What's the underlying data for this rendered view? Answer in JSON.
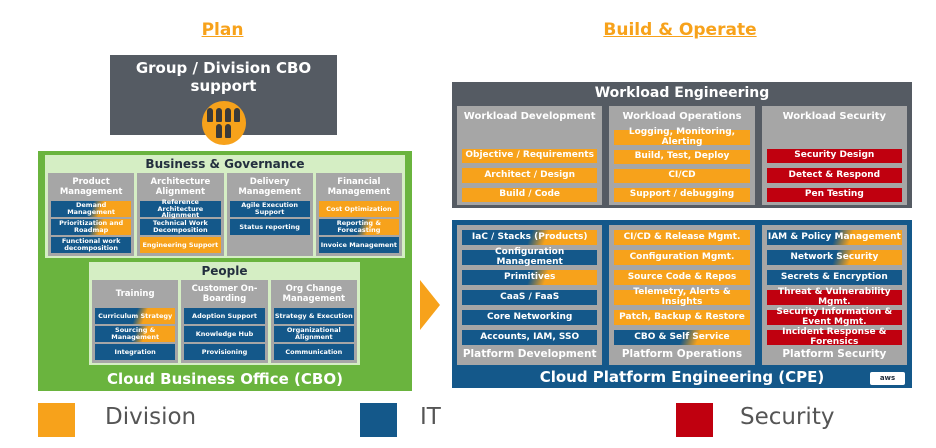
{
  "phases": {
    "plan": "Plan",
    "build": "Build & Operate"
  },
  "group_support": {
    "title": "Group / Division CBO support",
    "icon": "people-group-icon"
  },
  "colors": {
    "division": "#f7a21b",
    "it": "#14588a",
    "security": "#c0000f",
    "cbo_green": "#6ab43e",
    "gray": "#a6a6a6",
    "dark": "#555b63"
  },
  "cbo": {
    "title": "Cloud Business Office (CBO)",
    "business_governance": {
      "title": "Business & Governance",
      "columns": [
        {
          "title": "Product Management",
          "items": [
            {
              "label": "Demand Management",
              "color": "mix"
            },
            {
              "label": "Prioritization and Roadmap",
              "color": "mix"
            },
            {
              "label": "Functional work decomposition",
              "color": "blue"
            }
          ]
        },
        {
          "title": "Architecture Alignment",
          "items": [
            {
              "label": "Reference Architecture Alignment",
              "color": "blue"
            },
            {
              "label": "Technical Work Decomposition",
              "color": "blue"
            },
            {
              "label": "Engineering Support",
              "color": "orange"
            }
          ]
        },
        {
          "title": "Delivery Management",
          "items": [
            {
              "label": "Agile Execution Support",
              "color": "blue"
            },
            {
              "label": "Status reporting",
              "color": "blue"
            }
          ]
        },
        {
          "title": "Financial Management",
          "items": [
            {
              "label": "Cost Optimization",
              "color": "orange"
            },
            {
              "label": "Reporting & Forecasting",
              "color": "mix"
            },
            {
              "label": "Invoice Management",
              "color": "blue"
            }
          ]
        }
      ]
    },
    "people": {
      "title": "People",
      "columns": [
        {
          "title": "Training",
          "items": [
            {
              "label": "Curriculum Strategy",
              "color": "mix"
            },
            {
              "label": "Sourcing & Management",
              "color": "mix"
            },
            {
              "label": "Integration",
              "color": "blue"
            }
          ]
        },
        {
          "title": "Customer On-Boarding",
          "items": [
            {
              "label": "Adoption Support",
              "color": "blue"
            },
            {
              "label": "Knowledge Hub",
              "color": "blue"
            },
            {
              "label": "Provisioning",
              "color": "blue"
            }
          ]
        },
        {
          "title": "Org Change Management",
          "items": [
            {
              "label": "Strategy & Execution",
              "color": "blue"
            },
            {
              "label": "Organizational Alignment",
              "color": "blue"
            },
            {
              "label": "Communication",
              "color": "blue"
            }
          ]
        }
      ]
    }
  },
  "workload": {
    "title": "Workload Engineering",
    "columns": [
      {
        "title": "Workload Development",
        "items": [
          {
            "label": "Objective / Requirements",
            "color": "orange"
          },
          {
            "label": "Architect / Design",
            "color": "orange"
          },
          {
            "label": "Build / Code",
            "color": "orange"
          }
        ]
      },
      {
        "title": "Workload Operations",
        "items": [
          {
            "label": "Logging, Monitoring, Alerting",
            "color": "orange"
          },
          {
            "label": "Build, Test, Deploy",
            "color": "orange"
          },
          {
            "label": "CI/CD",
            "color": "orange"
          },
          {
            "label": "Support / debugging",
            "color": "orange"
          }
        ]
      },
      {
        "title": "Workload Security",
        "items": [
          {
            "label": "Security Design",
            "color": "red"
          },
          {
            "label": "Detect & Respond",
            "color": "red"
          },
          {
            "label": "Pen Testing",
            "color": "red"
          }
        ]
      }
    ]
  },
  "cpe": {
    "title": "Cloud Platform Engineering (CPE)",
    "logo": "aws",
    "columns": [
      {
        "title": "Platform Development",
        "items": [
          {
            "label": "IaC / Stacks (Products)",
            "color": "mix"
          },
          {
            "label": "Configuration Management",
            "color": "blue"
          },
          {
            "label": "Primitives",
            "color": "mix"
          },
          {
            "label": "CaaS / FaaS",
            "color": "blue"
          },
          {
            "label": "Core Networking",
            "color": "blue"
          },
          {
            "label": "Accounts, IAM, SSO",
            "color": "blue"
          }
        ]
      },
      {
        "title": "Platform Operations",
        "items": [
          {
            "label": "CI/CD & Release Mgmt.",
            "color": "orange"
          },
          {
            "label": "Configuration Mgmt.",
            "color": "orange"
          },
          {
            "label": "Source Code & Repos",
            "color": "orange"
          },
          {
            "label": "Telemetry, Alerts & Insights",
            "color": "orange"
          },
          {
            "label": "Patch, Backup & Restore",
            "color": "orange"
          },
          {
            "label": "CBO & Self Service",
            "color": "mix"
          }
        ]
      },
      {
        "title": "Platform Security",
        "items": [
          {
            "label": "IAM & Policy Management",
            "color": "mix"
          },
          {
            "label": "Network Security",
            "color": "mix"
          },
          {
            "label": "Secrets & Encryption",
            "color": "blue"
          },
          {
            "label": "Threat & Vulnerability Mgmt.",
            "color": "red"
          },
          {
            "label": "Security Information & Event Mgmt.",
            "color": "red"
          },
          {
            "label": "Incident Response & Forensics",
            "color": "red"
          }
        ]
      }
    ]
  },
  "legend": [
    {
      "label": "Division",
      "color": "#f7a21b"
    },
    {
      "label": "IT",
      "color": "#14588a"
    },
    {
      "label": "Security",
      "color": "#c0000f"
    }
  ]
}
